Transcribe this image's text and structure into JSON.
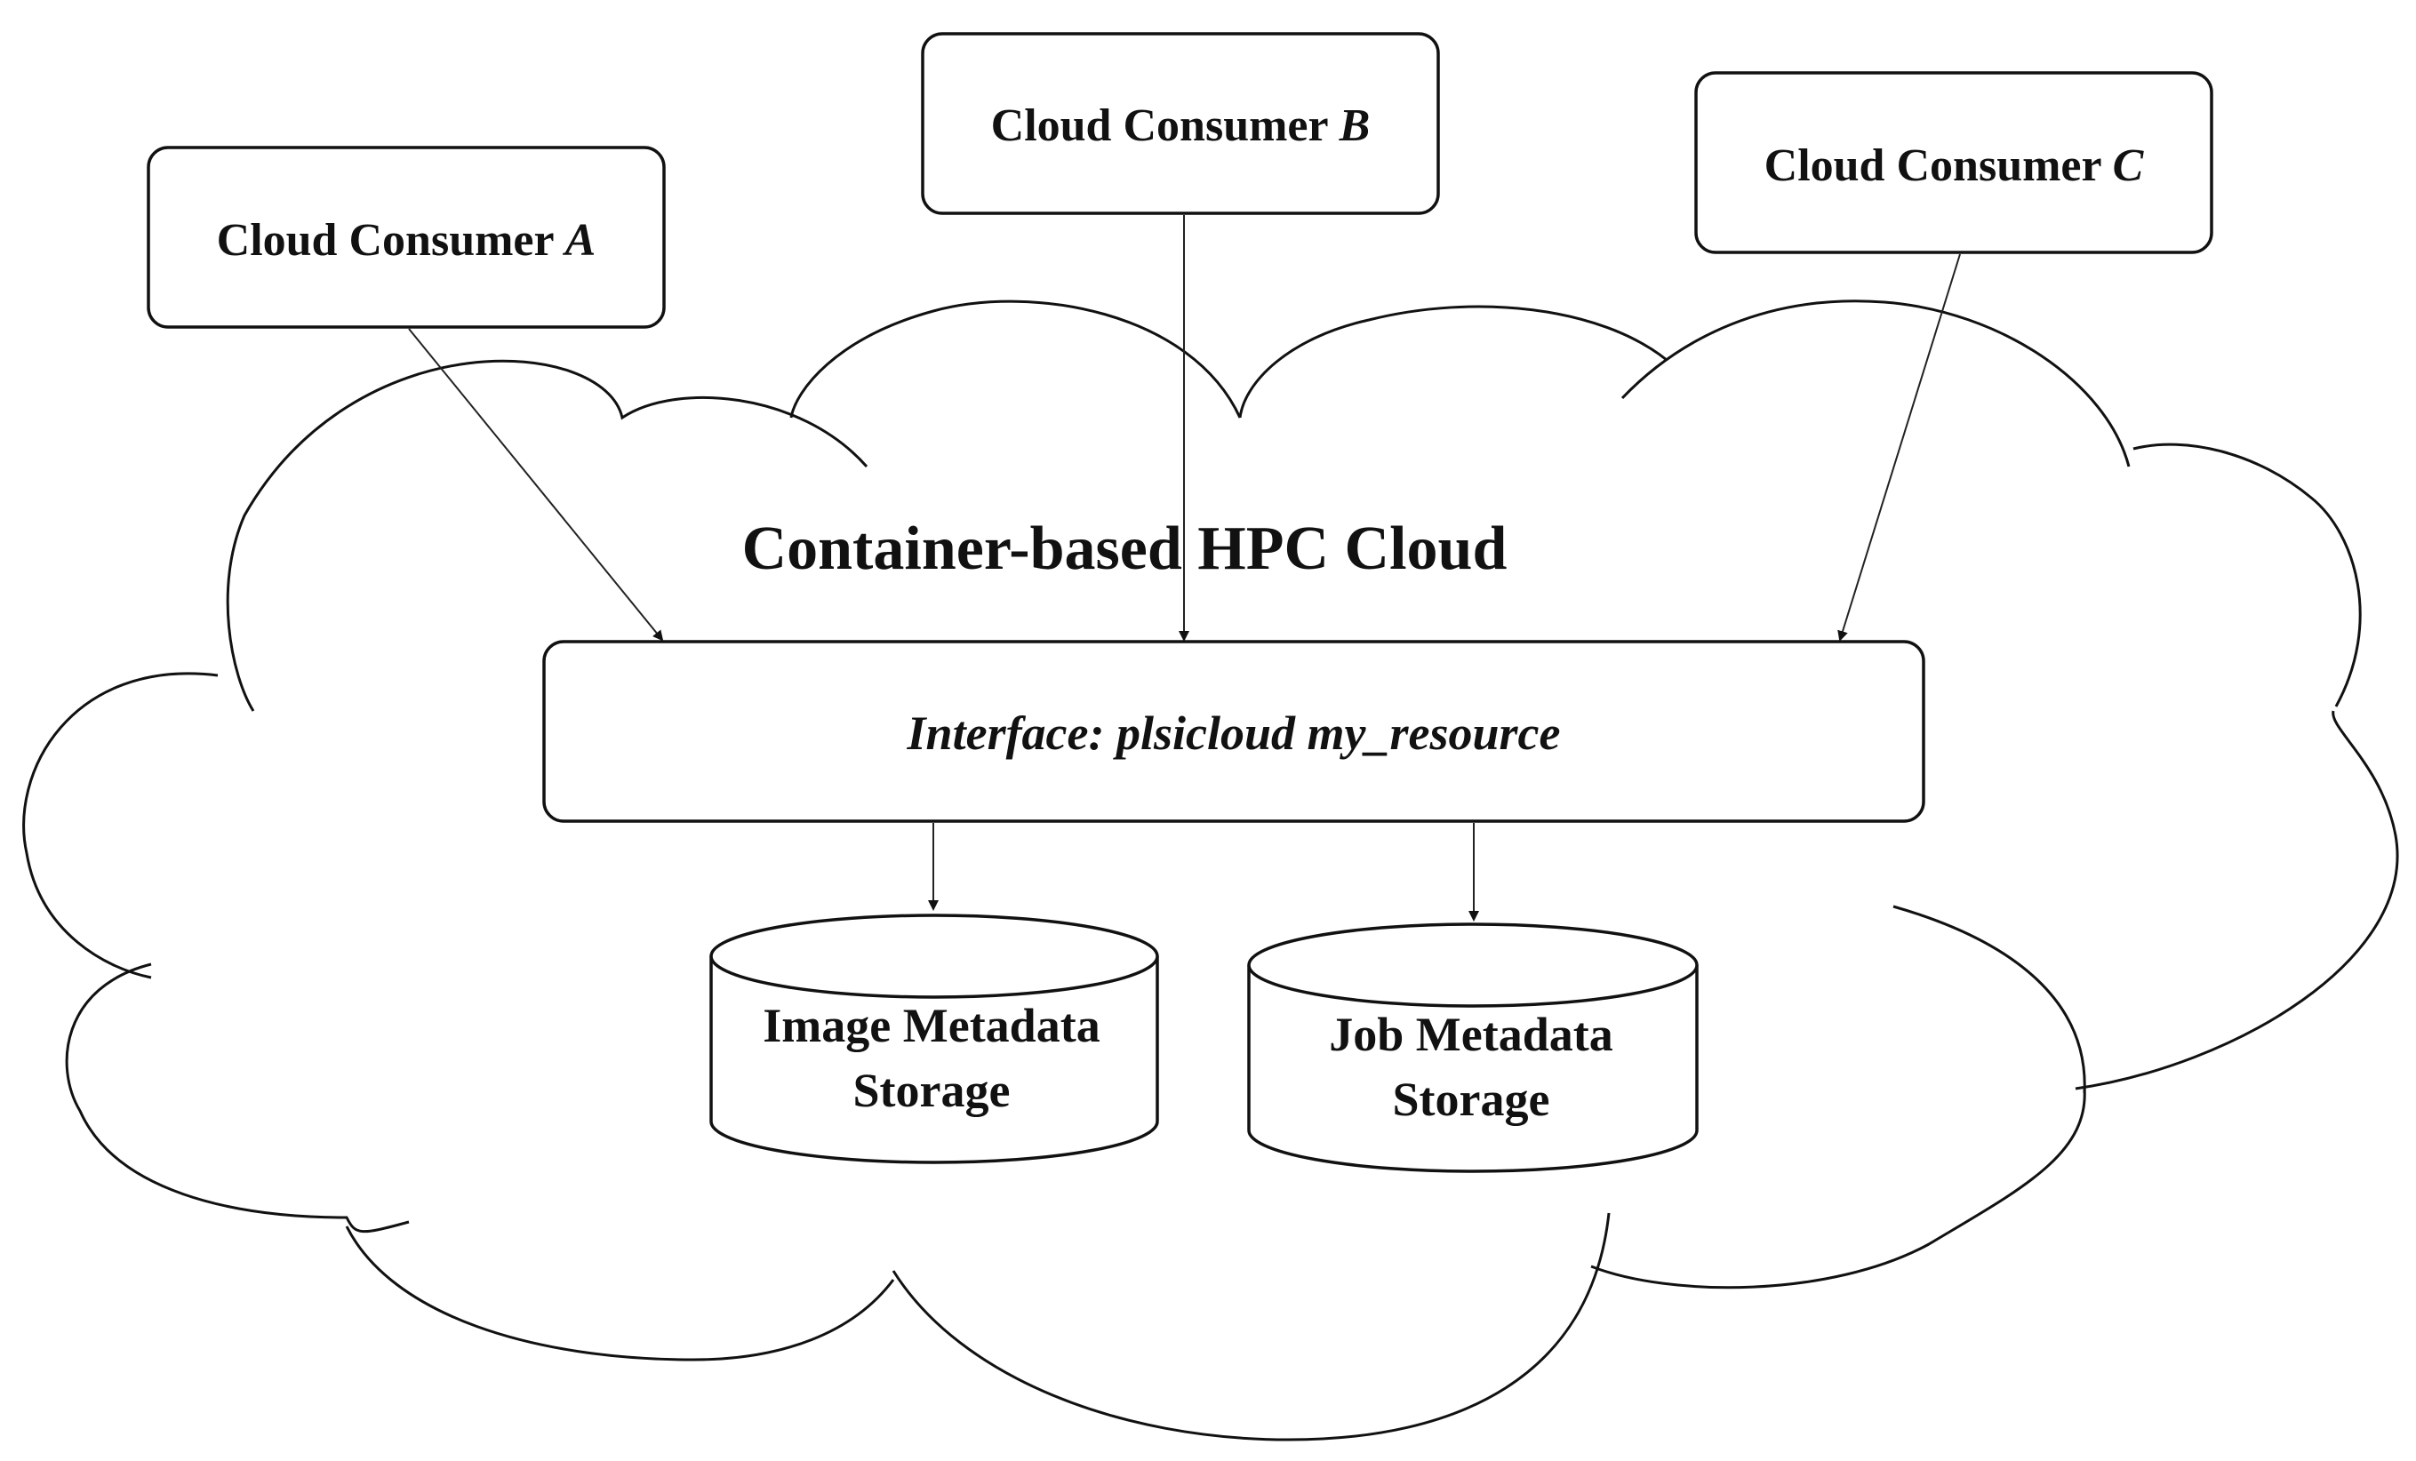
{
  "diagram": {
    "title": "Container-based HPC Cloud",
    "consumers": [
      {
        "prefix": "Cloud Consumer ",
        "letter": "A"
      },
      {
        "prefix": "Cloud Consumer ",
        "letter": "B"
      },
      {
        "prefix": "Cloud Consumer ",
        "letter": "C"
      }
    ],
    "interface": {
      "label": "Interface: plsicloud my_resource"
    },
    "storages": [
      {
        "line1": "Image Metadata",
        "line2": "Storage"
      },
      {
        "line1": "Job Metadata",
        "line2": "Storage"
      }
    ]
  }
}
